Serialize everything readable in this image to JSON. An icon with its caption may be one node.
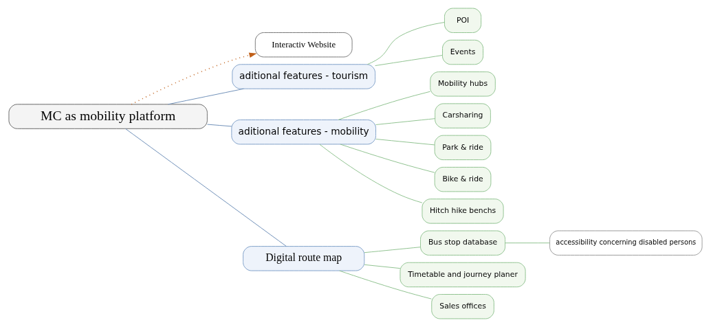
{
  "diagram": {
    "nodes": [
      {
        "text": [
          "MC as mobility platform"
        ]
      },
      {
        "text": [
          "Interactiv Website"
        ]
      },
      {
        "text": [
          "aditional features - tourism"
        ]
      },
      {
        "text": [
          "aditional features - mobility"
        ]
      },
      {
        "text": [
          "Digital route map"
        ]
      },
      {
        "text": [
          "POI"
        ]
      },
      {
        "text": [
          "Events"
        ]
      },
      {
        "text": [
          "Mobility hubs"
        ]
      },
      {
        "text": [
          "Carsharing"
        ]
      },
      {
        "text": [
          "Park & ride"
        ]
      },
      {
        "text": [
          "Bike & ride"
        ]
      },
      {
        "text": [
          "Hitch hike benchs"
        ]
      },
      {
        "text": [
          "Bus stop database"
        ]
      },
      {
        "text": [
          "accessibility concerning disabled persons"
        ]
      },
      {
        "text": [
          "Timetable and journey planer"
        ]
      },
      {
        "text": [
          "Sales offices"
        ]
      }
    ],
    "edges": [
      {
        "from": 0,
        "to": 1,
        "arrow": "to",
        "style": "dashed",
        "color": "#c0601a"
      },
      {
        "from": 0,
        "to": 2,
        "arrow": "none"
      },
      {
        "from": 0,
        "to": 3,
        "arrow": "none"
      },
      {
        "from": 0,
        "to": 4,
        "arrow": "none"
      },
      {
        "from": 2,
        "to": 5,
        "arrow": "none"
      },
      {
        "from": 2,
        "to": 6,
        "arrow": "none"
      },
      {
        "from": 3,
        "to": 7,
        "arrow": "none"
      },
      {
        "from": 3,
        "to": 8,
        "arrow": "none"
      },
      {
        "from": 3,
        "to": 9,
        "arrow": "none"
      },
      {
        "from": 3,
        "to": 10,
        "arrow": "none"
      },
      {
        "from": 3,
        "to": 11,
        "arrow": "none"
      },
      {
        "from": 4,
        "to": 12,
        "arrow": "none"
      },
      {
        "from": 12,
        "to": 13,
        "arrow": "none"
      },
      {
        "from": 4,
        "to": 14,
        "arrow": "none"
      },
      {
        "from": 4,
        "to": 15,
        "arrow": "none"
      }
    ]
  }
}
